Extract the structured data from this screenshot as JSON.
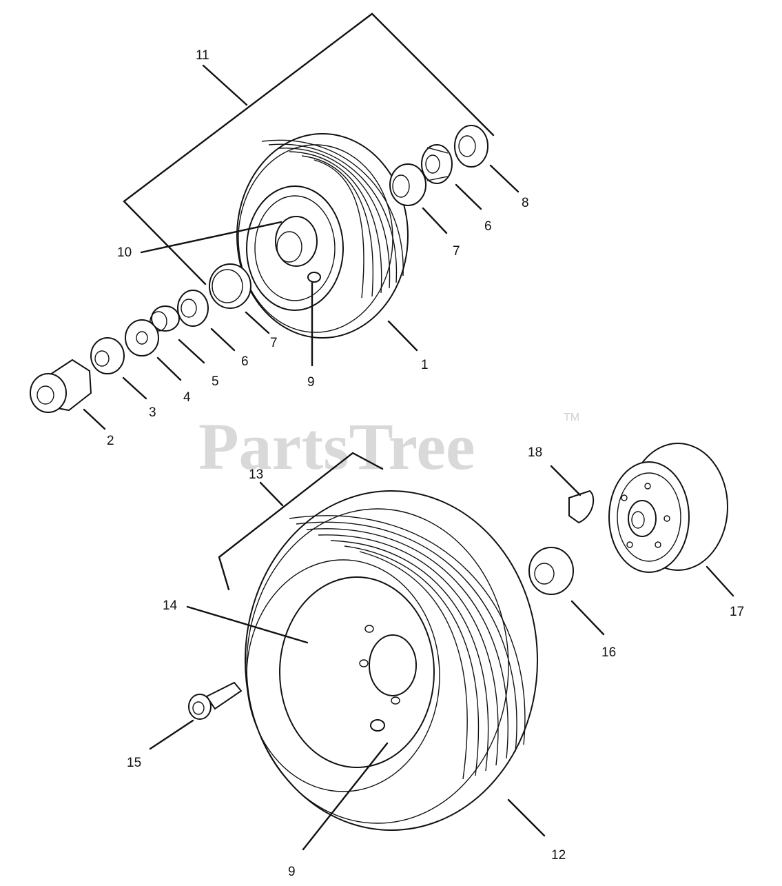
{
  "watermark": {
    "text": "PartsTree",
    "trademark": "TM"
  },
  "callouts": {
    "c1": "1",
    "c2": "2",
    "c3": "3",
    "c4": "4",
    "c5": "5",
    "c6a": "6",
    "c6b": "6",
    "c7a": "7",
    "c7b": "7",
    "c8": "8",
    "c9a": "9",
    "c9b": "9",
    "c10": "10",
    "c11": "11",
    "c12": "12",
    "c13": "13",
    "c14": "14",
    "c15": "15",
    "c16": "16",
    "c17": "17",
    "c18": "18"
  }
}
